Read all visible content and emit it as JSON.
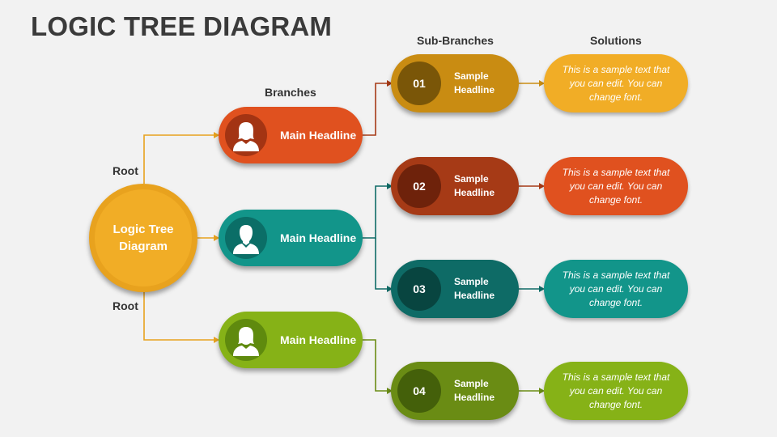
{
  "title": "LOGIC TREE DIAGRAM",
  "column_labels": {
    "branches": "Branches",
    "sub_branches": "Sub-Branches",
    "solutions": "Solutions"
  },
  "root": {
    "label_top": "Root",
    "label_bottom": "Root",
    "text": "Logic Tree Diagram",
    "color": "#f1ad26"
  },
  "branches": [
    {
      "text": "Main Headline",
      "color": "#e0511f",
      "avatar_color": "#a33413",
      "icon": "woman-icon"
    },
    {
      "text": "Main Headline",
      "color": "#12958a",
      "avatar_color": "#0b6e67",
      "icon": "man-icon"
    },
    {
      "text": "Main Headline",
      "color": "#86b217",
      "avatar_color": "#5f8a0e",
      "icon": "woman-icon"
    }
  ],
  "sub_branches": [
    {
      "num": "01",
      "text": "Sample Headline",
      "color": "#c98c12",
      "num_color": "#7a5608"
    },
    {
      "num": "02",
      "text": "Sample Headline",
      "color": "#a63a16",
      "num_color": "#6e220b"
    },
    {
      "num": "03",
      "text": "Sample Headline",
      "color": "#0e6b66",
      "num_color": "#084540"
    },
    {
      "num": "04",
      "text": "Sample Headline",
      "color": "#6a8c14",
      "num_color": "#44600a"
    }
  ],
  "solutions": [
    {
      "text": "This is a sample text that you can edit. You can change font.",
      "color": "#f1ad26"
    },
    {
      "text": "This is a sample text that you can edit. You can change font.",
      "color": "#e0511f"
    },
    {
      "text": "This is a sample text that you can edit. You can change font.",
      "color": "#12958a"
    },
    {
      "text": "This is a sample text that you can edit. You can change font.",
      "color": "#86b217"
    }
  ],
  "connector_colors": {
    "root": "#e8a21e",
    "sub": [
      "#c98c12",
      "#a63a16",
      "#0e6b66",
      "#6a8c14"
    ],
    "branch": [
      "#a63a16",
      "#0e6b66",
      "#6a8c14"
    ]
  }
}
